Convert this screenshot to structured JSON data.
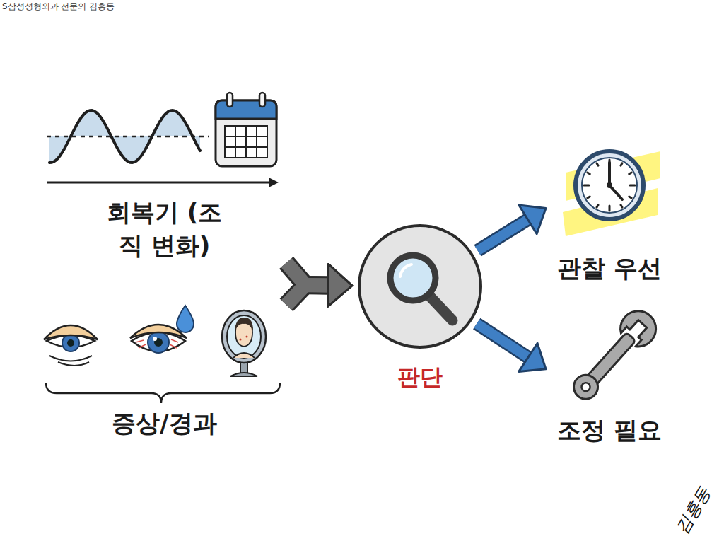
{
  "diagram": {
    "nodes": [
      {
        "text": [
          "회복기 (조직 변화)"
        ]
      },
      {
        "text": [
          "증상/경과"
        ]
      },
      {
        "text": [
          "판단"
        ]
      },
      {
        "text": [
          "관찰 우선"
        ]
      },
      {
        "text": [
          "조정 필요"
        ]
      }
    ],
    "edges": [
      {
        "from": 0,
        "to": 2,
        "arrow": "to"
      },
      {
        "from": 1,
        "to": 2,
        "arrow": "to"
      },
      {
        "from": 2,
        "to": 3,
        "arrow": "to"
      },
      {
        "from": 2,
        "to": 4,
        "arrow": "to"
      }
    ],
    "labels": [
      "S삼성성형외과 전문의 김흥동",
      "김흥동"
    ]
  }
}
